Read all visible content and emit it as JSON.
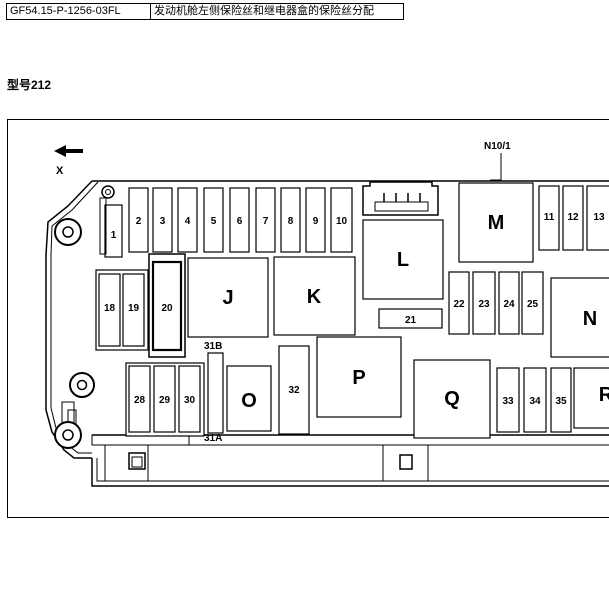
{
  "header": {
    "code": "GF54.15-P-1256-03FL",
    "description": "发动机舱左侧保险丝和继电器盒的保险丝分配"
  },
  "model_label": "型号212",
  "diagram": {
    "direction_label": "X",
    "module_label": "N10/1",
    "fuses": {
      "f1": "1",
      "f2": "2",
      "f3": "3",
      "f4": "4",
      "f5": "5",
      "f6": "6",
      "f7": "7",
      "f8": "8",
      "f9": "9",
      "f10": "10",
      "f11": "11",
      "f12": "12",
      "f13": "13",
      "f18": "18",
      "f19": "19",
      "f20": "20",
      "f21": "21",
      "f22": "22",
      "f23": "23",
      "f24": "24",
      "f25": "25",
      "f28": "28",
      "f29": "29",
      "f30": "30",
      "f31b": "31B",
      "f31a": "31A",
      "f32": "32",
      "f33": "33",
      "f34": "34",
      "f35": "35"
    },
    "relays": {
      "J": "J",
      "K": "K",
      "L": "L",
      "M": "M",
      "N": "N",
      "O": "O",
      "P": "P",
      "Q": "Q",
      "R": "R"
    }
  }
}
